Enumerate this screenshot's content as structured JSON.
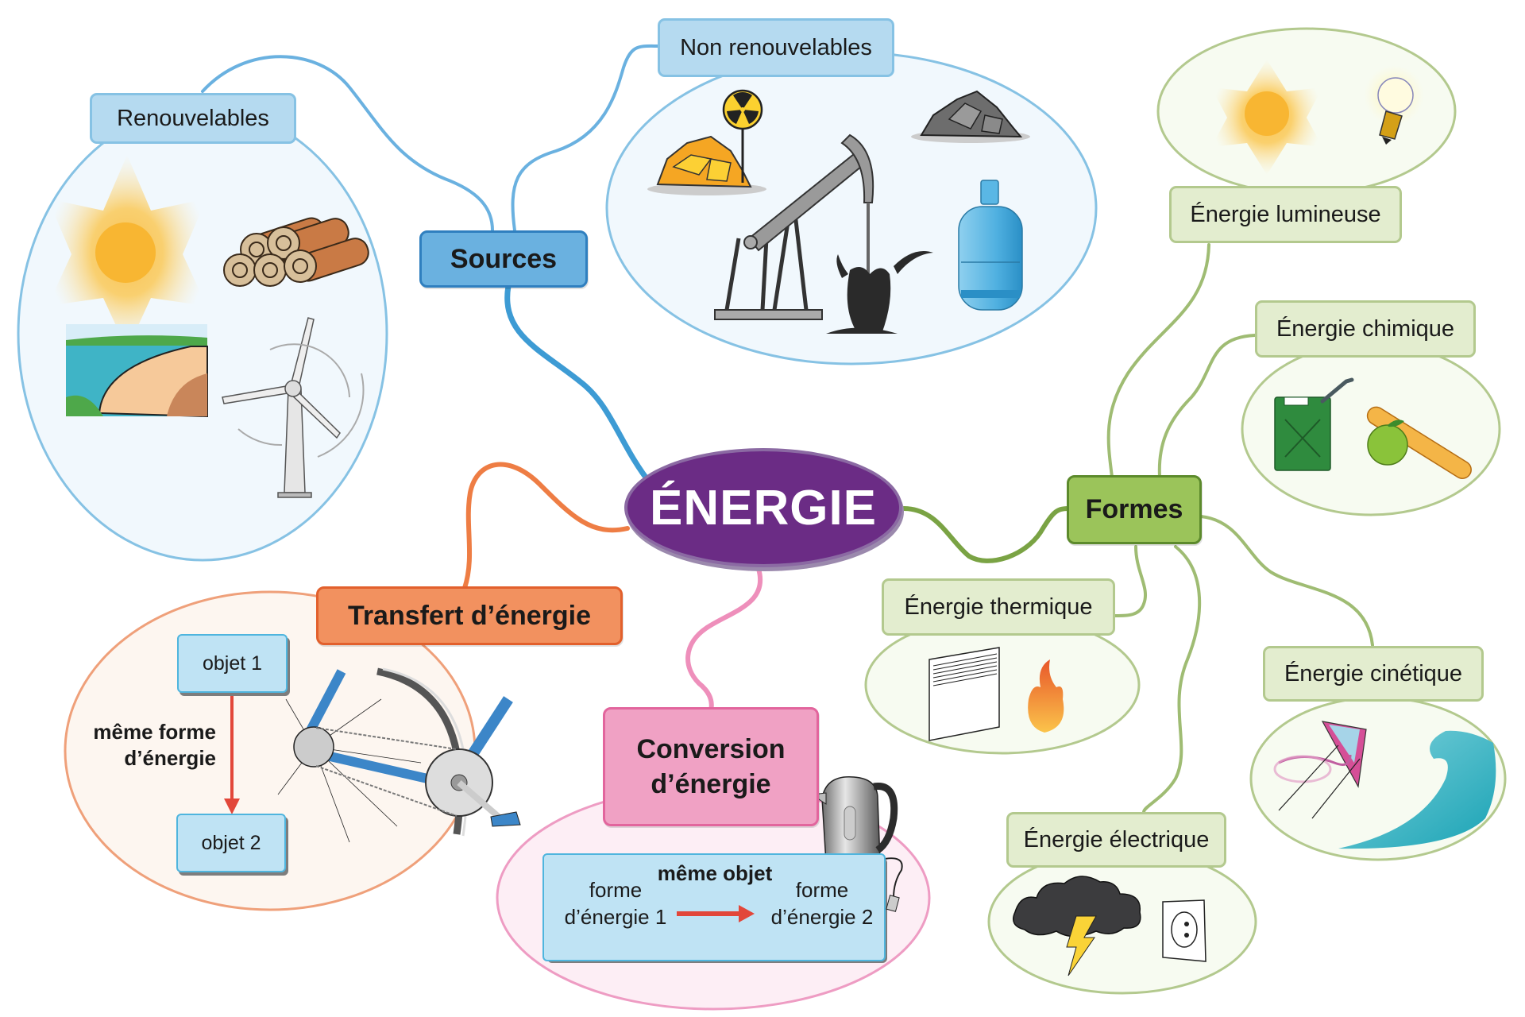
{
  "title": "ÉNERGIE",
  "colors": {
    "center": "#6b2c85",
    "sources": "#6ab1e0",
    "formes": "#9bc45a",
    "transfert": "#ee8b5a",
    "conversion": "#f0a1c4",
    "arrow": "#e2473a"
  },
  "branches": {
    "sources": {
      "label": "Sources",
      "children": [
        {
          "label": "Renouvelables",
          "illustrations": [
            "sun-icon",
            "logs-icon",
            "dam-icon",
            "wind-turbine-icon"
          ]
        },
        {
          "label": "Non renouvelables",
          "illustrations": [
            "uranium-ore-icon",
            "radioactive-sign-icon",
            "oil-pump-icon",
            "coal-icon",
            "gas-bottle-icon"
          ]
        }
      ]
    },
    "formes": {
      "label": "Formes",
      "children": [
        {
          "label": "Énergie lumineuse",
          "illustrations": [
            "sun-icon",
            "light-bulb-icon"
          ]
        },
        {
          "label": "Énergie chimique",
          "illustrations": [
            "jerrycan-icon",
            "apple-icon",
            "baguette-icon"
          ]
        },
        {
          "label": "Énergie thermique",
          "illustrations": [
            "radiator-icon",
            "flame-icon"
          ]
        },
        {
          "label": "Énergie cinétique",
          "illustrations": [
            "kite-icon",
            "wave-icon"
          ]
        },
        {
          "label": "Énergie électrique",
          "illustrations": [
            "storm-cloud-icon",
            "power-outlet-icon"
          ]
        }
      ]
    },
    "transfert": {
      "label": "Transfert d’énergie",
      "objet1": "objet 1",
      "objet2": "objet 2",
      "arrow_label_line1": "même forme",
      "arrow_label_line2": "d’énergie",
      "illustrations": [
        "bicycle-drivetrain-icon"
      ]
    },
    "conversion": {
      "label_line1": "Conversion",
      "label_line2": "d’énergie",
      "same_object": "même objet",
      "from_line1": "forme",
      "from_line2": "d’énergie 1",
      "to_line1": "forme",
      "to_line2": "d’énergie 2",
      "illustrations": [
        "kettle-icon"
      ]
    }
  }
}
